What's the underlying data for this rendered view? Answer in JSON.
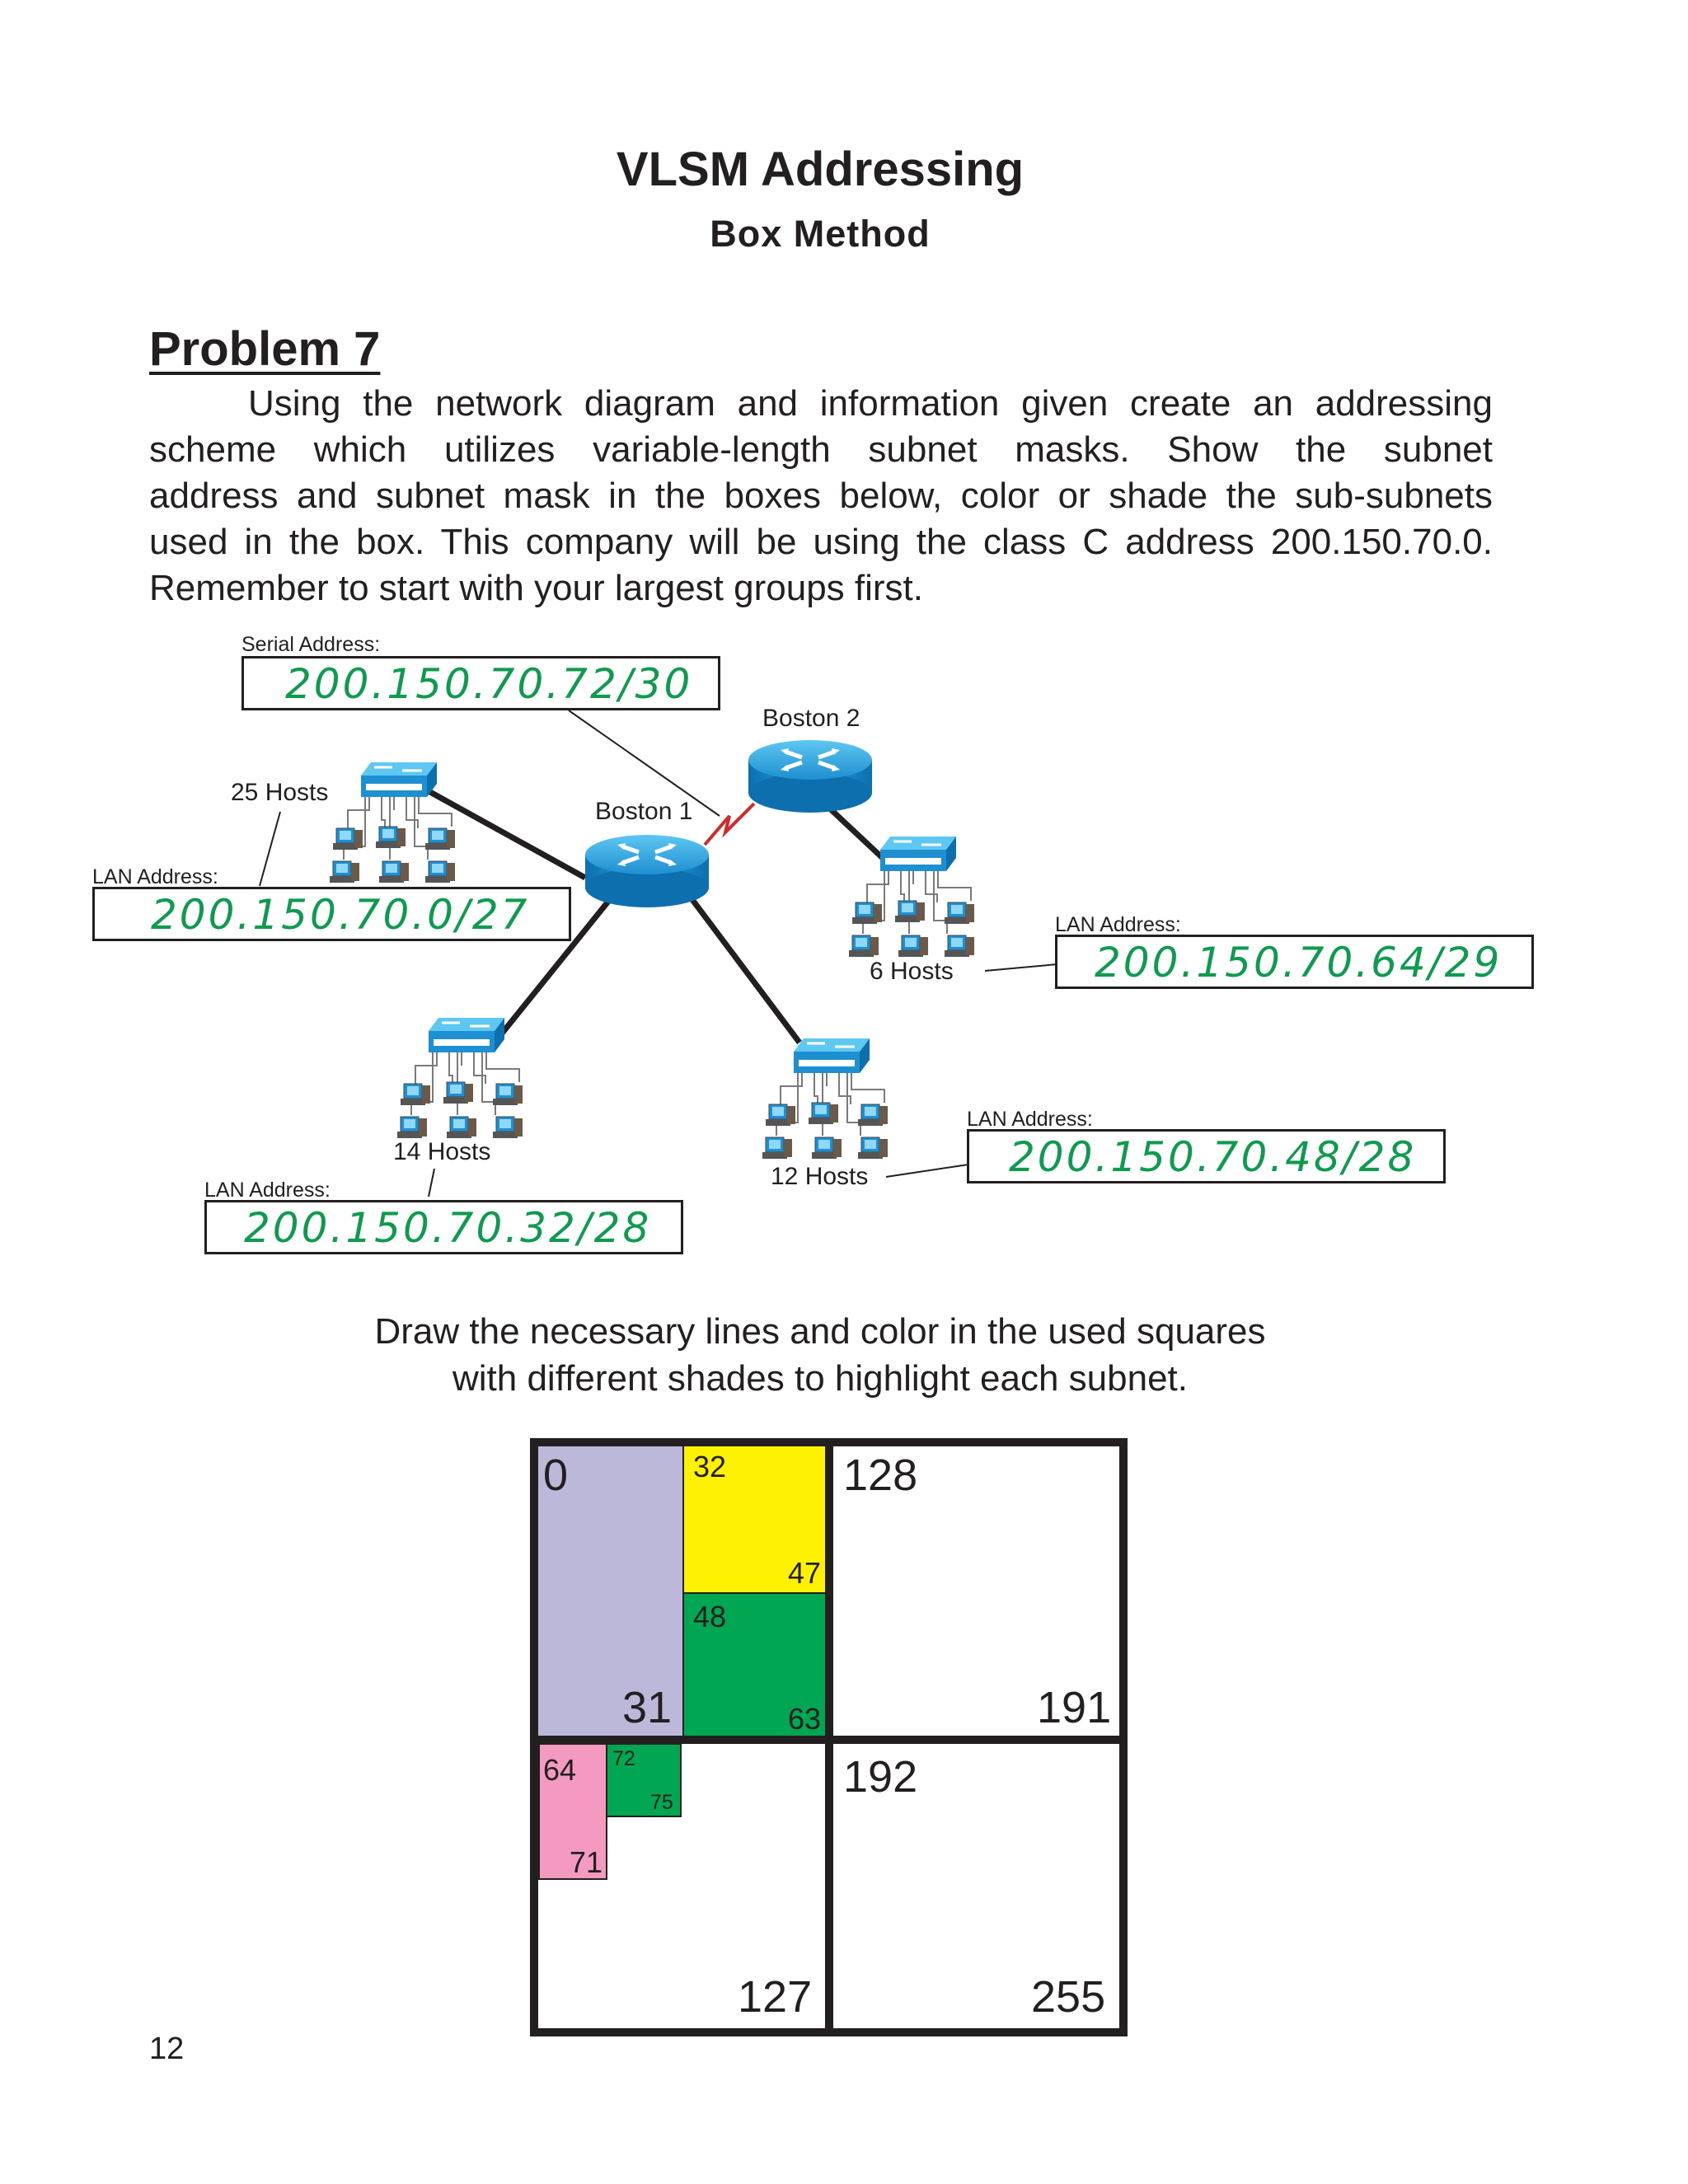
{
  "header": {
    "title": "VLSM Addressing",
    "subtitle": "Box Method"
  },
  "problem": {
    "heading": "Problem 7",
    "paragraph_lines": [
      "Using the network diagram and information given create an addressing",
      "scheme which utilizes variable-length subnet masks.  Show the subnet",
      "address and subnet mask in the boxes below, color or shade the sub-subnets",
      "used in the box.  This company will be using the class C address 200.150.70.0.",
      "Remember to start with your largest groups first."
    ]
  },
  "diagram": {
    "serial": {
      "label": "Serial Address:",
      "value": "200.150.70.72/30"
    },
    "routers": {
      "boston1": "Boston 1",
      "boston2": "Boston 2"
    },
    "lans": [
      {
        "hosts": "25 Hosts",
        "label": "LAN Address:",
        "value": "200.150.70.0/27"
      },
      {
        "hosts": "6 Hosts",
        "label": "LAN Address:",
        "value": "200.150.70.64/29"
      },
      {
        "hosts": "14 Hosts",
        "label": "LAN Address:",
        "value": "200.150.70.32/28"
      },
      {
        "hosts": "12 Hosts",
        "label": "LAN Address:",
        "value": "200.150.70.48/28"
      }
    ]
  },
  "instructions": {
    "line1": "Draw the necessary lines and color in the used squares",
    "line2": "with different shades to highlight each subnet."
  },
  "box": {
    "numbers": [
      "0",
      "31",
      "32",
      "47",
      "48",
      "63",
      "64",
      "71",
      "72",
      "75",
      "127",
      "128",
      "191",
      "192",
      "255"
    ],
    "colors": {
      "lan25": "#bbb8da",
      "lan14": "#fef200",
      "lan12": "#00a651",
      "lan6": "#f49ac1",
      "serial": "#00a651",
      "border": "#231f20"
    }
  },
  "footer": {
    "page_number": "12"
  }
}
